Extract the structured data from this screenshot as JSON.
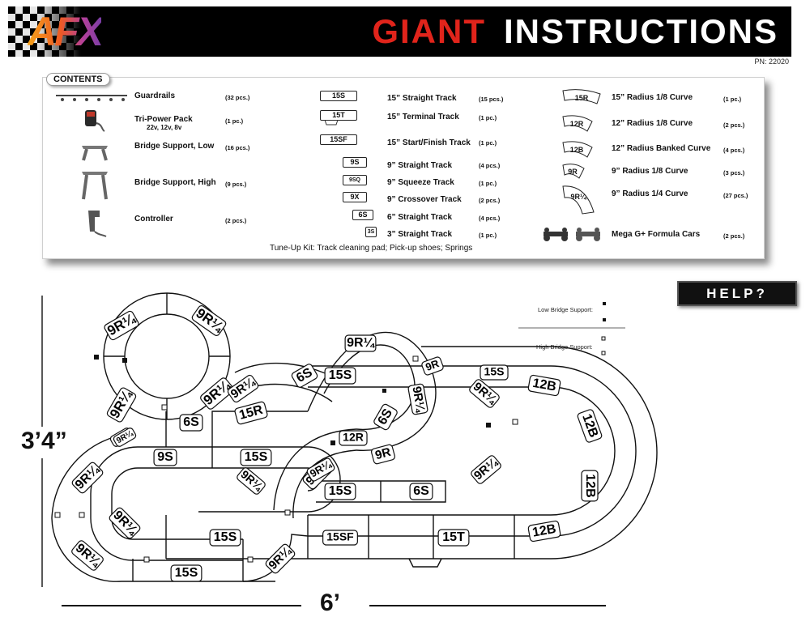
{
  "header": {
    "logo": "AFX",
    "title_red": "GIANT",
    "title_white": "INSTRUCTIONS",
    "part_number": "PN: 22020"
  },
  "contents": {
    "heading": "CONTENTS",
    "col1": [
      {
        "label": "Guardrails",
        "qty": "(32 pcs.)",
        "icon": "guardrail-icon"
      },
      {
        "label": "Tri-Power Pack",
        "sub": "22v, 12v, 8v",
        "qty": "(1 pc.)",
        "icon": "power-pack-icon"
      },
      {
        "label": "Bridge Support, Low",
        "qty": "(16 pcs.)",
        "icon": "bridge-low-icon"
      },
      {
        "label": "Bridge Support, High",
        "qty": "(9 pcs.)",
        "icon": "bridge-high-icon"
      },
      {
        "label": "Controller",
        "qty": "(2 pcs.)",
        "icon": "controller-icon"
      }
    ],
    "col2": [
      {
        "chip": "15S",
        "label": "15” Straight Track",
        "qty": "(15 pcs.)"
      },
      {
        "chip": "15T",
        "label": "15” Terminal Track",
        "qty": "(1 pc.)"
      },
      {
        "chip": "15SF",
        "label": "15” Start/Finish Track",
        "qty": "(1 pc.)"
      },
      {
        "chip": "9S",
        "label": "9” Straight Track",
        "qty": "(4 pcs.)"
      },
      {
        "chip": "9SQ",
        "label": "9” Squeeze Track",
        "qty": "(1 pc.)"
      },
      {
        "chip": "9X",
        "label": "9” Crossover Track",
        "qty": "(2 pcs.)"
      },
      {
        "chip": "6S",
        "label": "6” Straight Track",
        "qty": "(4 pcs.)"
      },
      {
        "chip": "3S",
        "label": "3” Straight Track",
        "qty": "(1 pc.)"
      }
    ],
    "col3": [
      {
        "chip": "15R",
        "label": "15” Radius 1/8 Curve",
        "qty": "(1 pc.)"
      },
      {
        "chip": "12R",
        "label": "12” Radius 1/8 Curve",
        "qty": "(2 pcs.)"
      },
      {
        "chip": "12B",
        "label": "12” Radius Banked Curve",
        "qty": "(4 pcs.)"
      },
      {
        "chip": "9R",
        "label": "9” Radius 1/8 Curve",
        "qty": "(3 pcs.)"
      },
      {
        "chip": "9R¼",
        "label": "9” Radius 1/4 Curve",
        "qty": "(27 pcs.)"
      },
      {
        "label": "Mega G+ Formula Cars",
        "qty": "(2 pcs.)"
      }
    ],
    "tuneup": "Tune-Up Kit: Track cleaning pad; Pick-up shoes; Springs"
  },
  "help": {
    "label": "HELP?"
  },
  "legend": {
    "low": "Low Bridge Support:",
    "high": "High Bridge Support:"
  },
  "layout": {
    "height_label": "3’4”",
    "width_label": "6’",
    "track_labels": {
      "c1": "9R¼",
      "c2": "9R¼",
      "c3": "9R¼",
      "c4": "9R¼",
      "s6a": "6S",
      "r15": "15R",
      "c5": "9R¼",
      "s6b": "6S",
      "s15a": "15S",
      "c6": "9R¼",
      "s6c": "6S",
      "r9a": "9R",
      "c7": "9R¼",
      "c8": "9R¼",
      "s15b": "15S",
      "b1": "12B",
      "b2": "12B",
      "b3": "12B",
      "b4": "12B",
      "c9": "9R¼",
      "r12": "12R",
      "r9b": "9R",
      "s9": "9S",
      "s15c": "15S",
      "c10": "9R¼",
      "c11": "9R¼",
      "c12": "9R¼",
      "c13": "9R¼",
      "c14": "9R¼",
      "s15d": "15S",
      "s6d": "6S",
      "c15": "9R¼",
      "s15e": "15S",
      "sf": "15SF",
      "t15": "15T",
      "c16": "9R¼",
      "c17": "9R¼",
      "s15f": "15S",
      "c18": "9R¼"
    }
  }
}
